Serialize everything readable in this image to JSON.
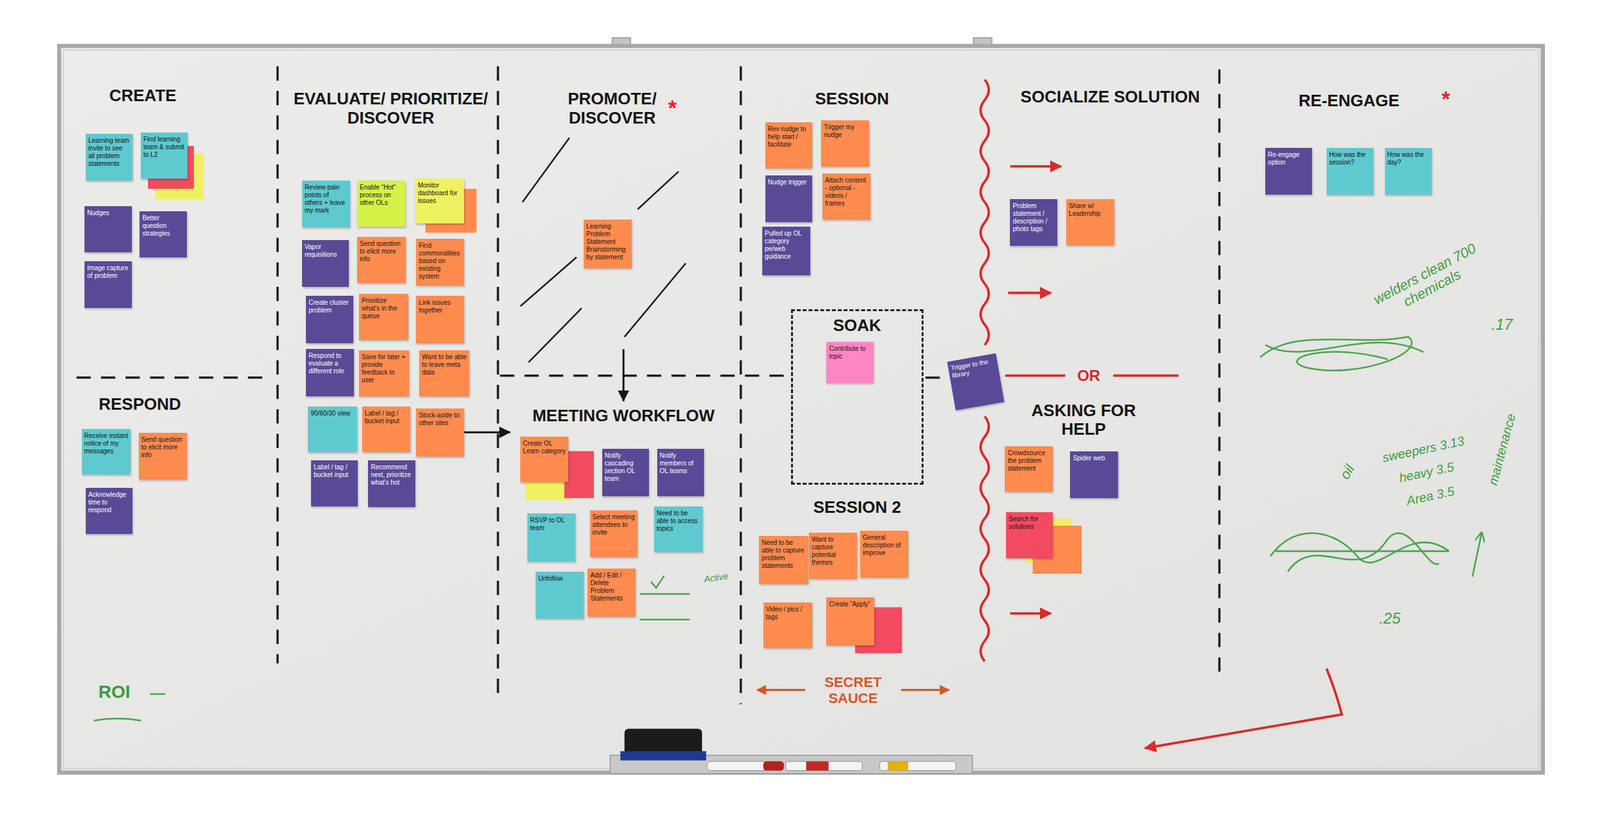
{
  "diagram": {
    "nodes": [
      {
        "text": [
          "CREATE"
        ]
      },
      {
        "text": [
          "Learning team invite to see all problem statements"
        ],
        "in": 0
      },
      {
        "text": [
          "Find learning team & submit to L2"
        ],
        "in": 0
      },
      {
        "text": [
          "Nudges"
        ],
        "in": 0
      },
      {
        "text": [
          "Better question strategies"
        ],
        "in": 0
      },
      {
        "text": [
          "Image capture of problem"
        ],
        "in": 0
      },
      {
        "text": [
          "RESPOND"
        ]
      },
      {
        "text": [
          "Receive instant notice of my messages"
        ],
        "in": 6
      },
      {
        "text": [
          "Send question to elicit more info"
        ],
        "in": 6
      },
      {
        "text": [
          "Acknowledge time to respond"
        ],
        "in": 6
      },
      {
        "text": [
          "EVALUATE/ PRIORITIZE/ DISCOVER"
        ]
      },
      {
        "text": [
          "Review pain points of others + leave my mark"
        ],
        "in": 10
      },
      {
        "text": [
          "Enable “Hot” process on other OLs"
        ],
        "in": 10
      },
      {
        "text": [
          "Monitor dashboard for issues"
        ],
        "in": 10
      },
      {
        "text": [
          "Vapor requisitions"
        ],
        "in": 10
      },
      {
        "text": [
          "Send question to elicit more info"
        ],
        "in": 10
      },
      {
        "text": [
          "Find commonalities based on existing system"
        ],
        "in": 10
      },
      {
        "text": [
          "Create cluster problem"
        ],
        "in": 10
      },
      {
        "text": [
          "Prioritize what's in the queue"
        ],
        "in": 10
      },
      {
        "text": [
          "Link issues together"
        ],
        "in": 10
      },
      {
        "text": [
          "Respond to evaluate a different role"
        ],
        "in": 10
      },
      {
        "text": [
          "Save for later + provide feedback to user"
        ],
        "in": 10
      },
      {
        "text": [
          "Want to be able to leave meta data"
        ],
        "in": 10
      },
      {
        "text": [
          "90/60/30 view"
        ],
        "in": 10
      },
      {
        "text": [
          "Label / tag / bucket input"
        ],
        "in": 10
      },
      {
        "text": [
          "Stock-aside to other sites"
        ],
        "in": 10
      },
      {
        "text": [
          "Label / tag / bucket input"
        ],
        "in": 10
      },
      {
        "text": [
          "Recommend next, prioritize what's hot"
        ],
        "in": 10
      },
      {
        "text": [
          "PROMOTE/ DISCOVER"
        ]
      },
      {
        "text": [
          "Learning Problem Statement Brainstorming by statement"
        ],
        "in": 28
      },
      {
        "text": [
          "MEETING WORKFLOW"
        ]
      },
      {
        "text": [
          "Create OL Learn category"
        ],
        "in": 30
      },
      {
        "text": [
          "Notify cascading section OL team"
        ],
        "in": 30
      },
      {
        "text": [
          "Notify members of OL teams"
        ],
        "in": 30
      },
      {
        "text": [
          "RSVP to OL team"
        ],
        "in": 30
      },
      {
        "text": [
          "Select meeting attendees to invite"
        ],
        "in": 30
      },
      {
        "text": [
          "Need to be able to access topics"
        ],
        "in": 30
      },
      {
        "text": [
          "Unfollow"
        ],
        "in": 30
      },
      {
        "text": [
          "Add / Edit / Delete Problem Statements"
        ],
        "in": 30
      },
      {
        "text": [
          "SESSION"
        ]
      },
      {
        "text": [
          "Rev nudge to help start / facilitate"
        ],
        "in": 39
      },
      {
        "text": [
          "Trigger my nudge"
        ],
        "in": 39
      },
      {
        "text": [
          "Nudge trigger"
        ],
        "in": 39
      },
      {
        "text": [
          "Attach content - optional - videos / frames"
        ],
        "in": 39
      },
      {
        "text": [
          "Pulled up OL category pe/web guidance"
        ],
        "in": 39
      },
      {
        "text": [
          "SOAK"
        ]
      },
      {
        "text": [
          "Contribute to topic"
        ],
        "in": 45
      },
      {
        "text": [
          "SESSION 2"
        ]
      },
      {
        "text": [
          "Need to be able to capture problem statements"
        ],
        "in": 47
      },
      {
        "text": [
          "Want to capture potential themes"
        ],
        "in": 47
      },
      {
        "text": [
          "General description of improve"
        ],
        "in": 47
      },
      {
        "text": [
          "Video / pics / tags"
        ],
        "in": 47
      },
      {
        "text": [
          "Create “Apply”"
        ],
        "in": 47
      },
      {
        "text": [
          "Trigger to the library"
        ]
      },
      {
        "text": [
          "SOCIALIZE SOLUTION"
        ]
      },
      {
        "text": [
          "Problem statement / description / photo tags"
        ],
        "in": 54
      },
      {
        "text": [
          "Share w/ Leadership"
        ],
        "in": 54
      },
      {
        "text": [
          "ASKING FOR HELP"
        ]
      },
      {
        "text": [
          "Crowdsource the problem statement"
        ],
        "in": 57
      },
      {
        "text": [
          "Spider web"
        ],
        "in": 57
      },
      {
        "text": [
          "Search for solutions"
        ],
        "in": 57
      },
      {
        "text": [
          "RE-ENGAGE"
        ]
      },
      {
        "text": [
          "Re-engage option"
        ],
        "in": 61
      },
      {
        "text": [
          "How was the session?"
        ],
        "in": 61
      },
      {
        "text": [
          "How was the day?"
        ],
        "in": 61
      }
    ],
    "edges": [
      {
        "from": 28,
        "to": 30,
        "arrow": "to"
      },
      {
        "from": 25,
        "to": 30,
        "arrow": "to"
      }
    ],
    "labels": [
      "*",
      "*",
      "OR",
      "SECRET SAUCE",
      "ROI",
      "Active",
      "welders clean 700 chemicals",
      ".17",
      "oil",
      "sweepers 3.13",
      "heavy 3.5",
      "Area 3.5",
      "maintenance",
      ".25"
    ]
  }
}
